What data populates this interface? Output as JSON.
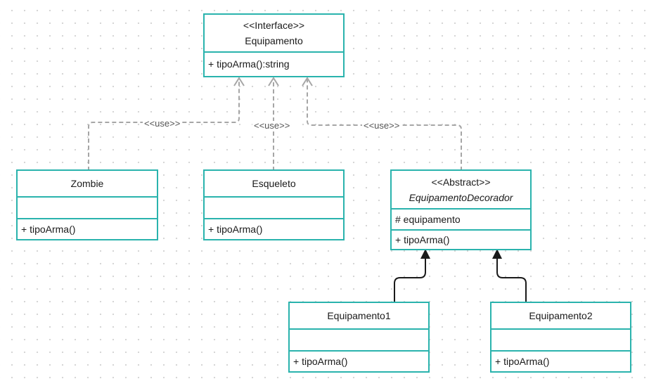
{
  "colors": {
    "class_border": "#2ab3ad",
    "dependency_line": "#a6a6a6",
    "inheritance_line": "#1a1a1a",
    "grid_dot": "#d4d4d4"
  },
  "classes": {
    "equipamento": {
      "stereotype": "<<Interface>>",
      "name": "Equipamento",
      "methods": [
        "+ tipoArma():string"
      ]
    },
    "zombie": {
      "name": "Zombie",
      "attributes": [],
      "methods": [
        "+ tipoArma()"
      ]
    },
    "esqueleto": {
      "name": "Esqueleto",
      "attributes": [],
      "methods": [
        "+ tipoArma()"
      ]
    },
    "decorador": {
      "stereotype": "<<Abstract>>",
      "name": "EquipamentoDecorador",
      "attributes": [
        "#  equipamento"
      ],
      "methods": [
        "+ tipoArma()"
      ]
    },
    "equipamento1": {
      "name": "Equipamento1",
      "attributes": [],
      "methods": [
        "+ tipoArma()"
      ]
    },
    "equipamento2": {
      "name": "Equipamento2",
      "attributes": [],
      "methods": [
        "+ tipoArma()"
      ]
    }
  },
  "relations": {
    "use_label_1": "<<use>>",
    "use_label_2": "<<use>>",
    "use_label_3": "<<use>>"
  }
}
